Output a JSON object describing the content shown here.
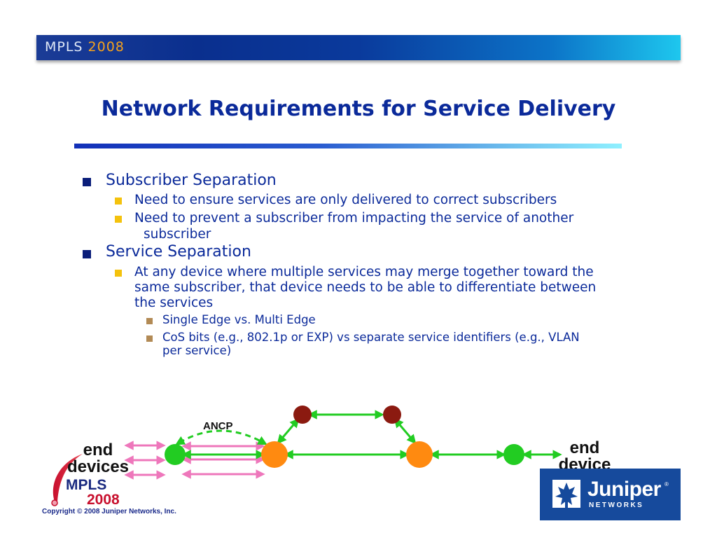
{
  "header": {
    "banner_mpls": "MPLS",
    "banner_year": "2008"
  },
  "slide": {
    "title": "Network Requirements for Service Delivery",
    "bullets": [
      {
        "text": "Subscriber Separation",
        "sub": [
          "Need to ensure services are only delivered to correct subscribers",
          "Need to prevent a subscriber from impacting the service of another",
          "subscriber"
        ]
      },
      {
        "text": "Service Separation",
        "sub": [
          "At any device where multiple services may merge together toward the",
          "same subscriber, that device needs to be able to differentiate between",
          "the services"
        ],
        "subsub": [
          "Single Edge vs. Multi Edge",
          "CoS bits (e.g., 802.1p or EXP) vs separate service identifiers (e.g., VLAN",
          "per service)"
        ]
      }
    ]
  },
  "diagram": {
    "left_label_line1": "end",
    "left_label_line2": "devices",
    "right_label_line1": "end",
    "right_label_line2": "device",
    "ancp_label": "ANCP",
    "colors": {
      "access_node": "#22cc22",
      "edge_router": "#ff8a10",
      "service_node": "#8b1a10",
      "green_link": "#22cc22",
      "pink_link": "#ee77bb"
    }
  },
  "footer": {
    "logo_mpls": "MPLS",
    "logo_year": "2008",
    "copyright": "Copyright © 2008 Juniper Networks, Inc.",
    "juniper_word": "Juniper",
    "juniper_sub": "NETWORKS",
    "juniper_reg": "®"
  }
}
